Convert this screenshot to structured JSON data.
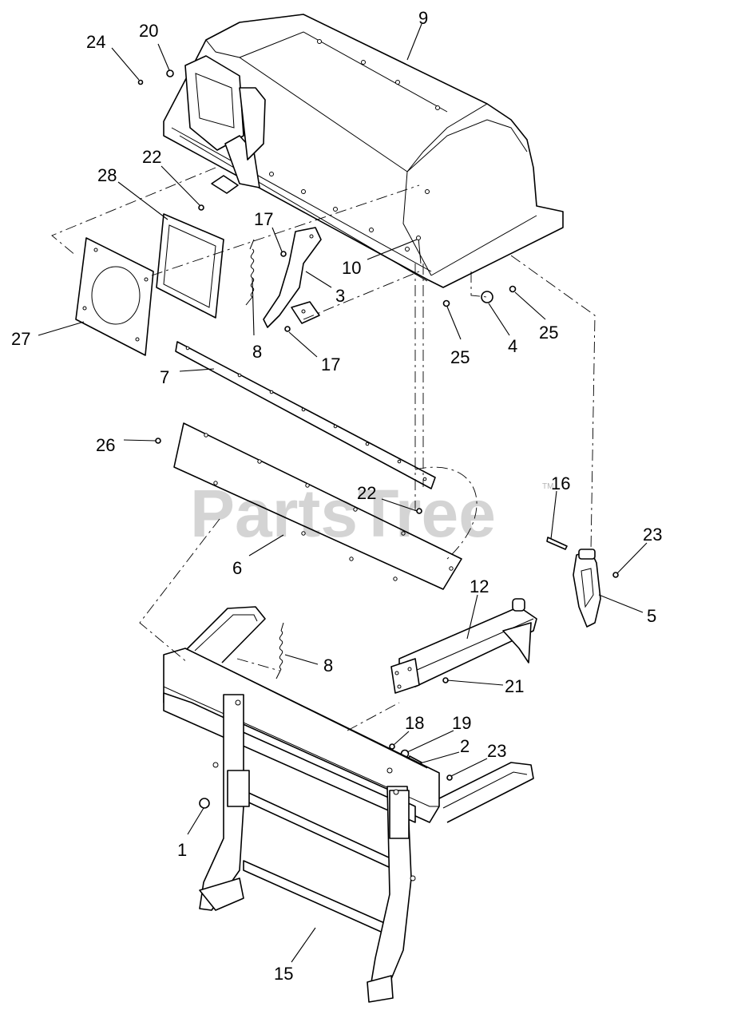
{
  "watermark": {
    "text": "PartsTree",
    "trademark": "TM"
  },
  "callouts": {
    "c1": "1",
    "c2": "2",
    "c3": "3",
    "c4": "4",
    "c5": "5",
    "c6": "6",
    "c7": "7",
    "c8a": "8",
    "c8b": "8",
    "c9": "9",
    "c10": "10",
    "c12": "12",
    "c15": "15",
    "c16": "16",
    "c17a": "17",
    "c17b": "17",
    "c18": "18",
    "c19": "19",
    "c20": "20",
    "c21": "21",
    "c22a": "22",
    "c22b": "22",
    "c23a": "23",
    "c23b": "23",
    "c24": "24",
    "c25a": "25",
    "c25b": "25",
    "c26": "26",
    "c27": "27",
    "c28": "28"
  }
}
